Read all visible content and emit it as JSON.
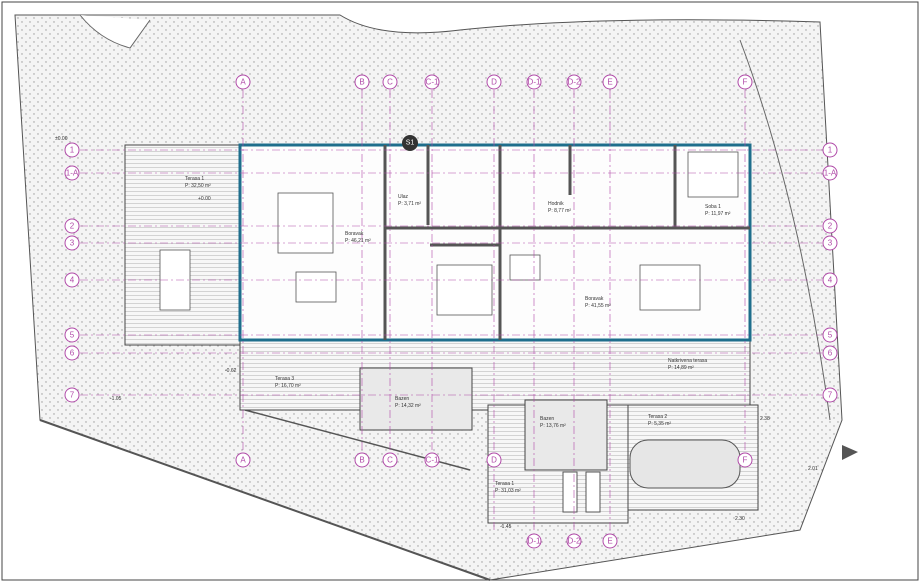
{
  "plan": {
    "marker": "S1",
    "columns": [
      "A",
      "B",
      "C",
      "C-1",
      "D",
      "D-1",
      "D-2",
      "E",
      "F"
    ],
    "rows": [
      "1",
      "1-A",
      "2",
      "3",
      "4",
      "5",
      "6",
      "7"
    ],
    "rooms": [
      {
        "name": "Terasa 1",
        "area": "P: 32,50 m²"
      },
      {
        "name": "Boravak",
        "area": "P: 46,21 m²"
      },
      {
        "name": "Ulaz",
        "area": "P: 3,71 m²"
      },
      {
        "name": "Hodnik",
        "area": "P: 8,77 m²"
      },
      {
        "name": "Soba 1",
        "area": "P: 11,97 m²"
      },
      {
        "name": "Boravak",
        "area": "P: 41,55 m²"
      },
      {
        "name": "Terasa 3",
        "area": "P: 16,70 m²"
      },
      {
        "name": "Bazen",
        "area": "P: 14,32 m²"
      },
      {
        "name": "Bazen",
        "area": "P: 13,76 m²"
      },
      {
        "name": "Terasa 2",
        "area": "P: 5,35 m²"
      },
      {
        "name": "Natkrivena terasa",
        "area": "P: 14,89 m²"
      },
      {
        "name": "Terasa 1",
        "area": "P: 31,03 m²"
      }
    ],
    "levels": [
      "±0.00",
      "-0.62",
      "-1.05",
      "-1.45",
      "+0.00",
      "2.30",
      "2.38",
      "2.01"
    ],
    "colors": {
      "wall": "#1e6e8c",
      "axis": "#b04aa8",
      "line": "#333333",
      "hatch": "#bbbbbb"
    }
  }
}
